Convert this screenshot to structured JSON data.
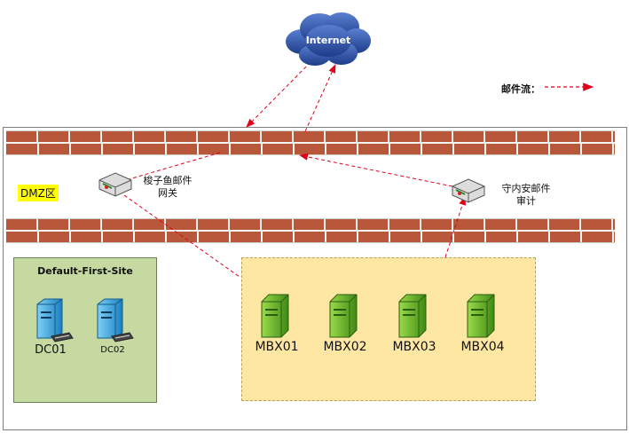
{
  "internet": {
    "label": "Internet"
  },
  "legend": {
    "label": "邮件流："
  },
  "dmz": {
    "label": "DMZ区"
  },
  "gateway": {
    "line1": "梭子鱼邮件",
    "line2": "网关"
  },
  "audit": {
    "line1": "守内安邮件",
    "line2": "审计"
  },
  "site": {
    "title": "Default-First-Site",
    "dcs": [
      "DC01",
      "DC02"
    ]
  },
  "mailboxes": [
    "MBX01",
    "MBX02",
    "MBX03",
    "MBX04"
  ],
  "colors": {
    "flow": "#e0001a",
    "wall": "#b8573a",
    "site_bg": "#c5d9a1",
    "mbx_bg": "#fde7a2",
    "dmz_bg": "#ffff00",
    "cloud": "#2b52a6"
  },
  "icons": [
    "cloud-icon",
    "router-icon",
    "server-icon",
    "computer-icon"
  ]
}
